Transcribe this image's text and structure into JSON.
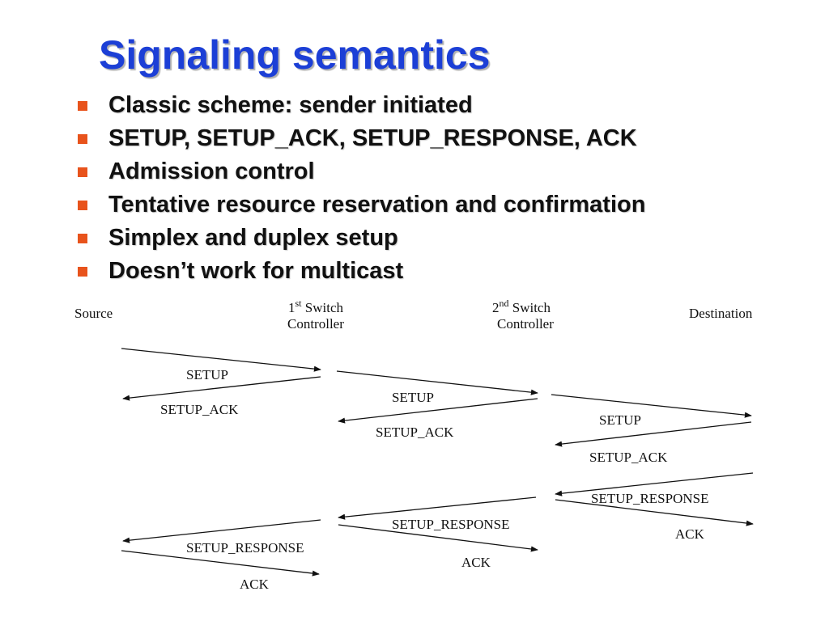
{
  "slide": {
    "title": "Signaling semantics",
    "bullets": [
      "Classic scheme: sender initiated",
      "SETUP, SETUP_ACK, SETUP_RESPONSE, ACK",
      "Admission control",
      "Tentative resource reservation and confirmation",
      "Simplex and duplex setup",
      "Doesn’t work for multicast"
    ],
    "bullet_color": "#e8531c",
    "title_color": "#1c3fd6"
  },
  "diagram": {
    "nodes": {
      "source": "Source",
      "switch1_num": "1",
      "switch1_sup": "st",
      "switch1_rest": " Switch",
      "switch1_line2": "Controller",
      "switch2_num": "2",
      "switch2_sup": "nd",
      "switch2_rest": " Switch",
      "switch2_line2": "Controller",
      "destination": "Destination"
    },
    "messages": [
      "SETUP",
      "SETUP_ACK",
      "SETUP",
      "SETUP_ACK",
      "SETUP",
      "SETUP_ACK",
      "SETUP_RESPONSE",
      "ACK",
      "SETUP_RESPONSE",
      "ACK",
      "SETUP_RESPONSE",
      "ACK"
    ]
  }
}
